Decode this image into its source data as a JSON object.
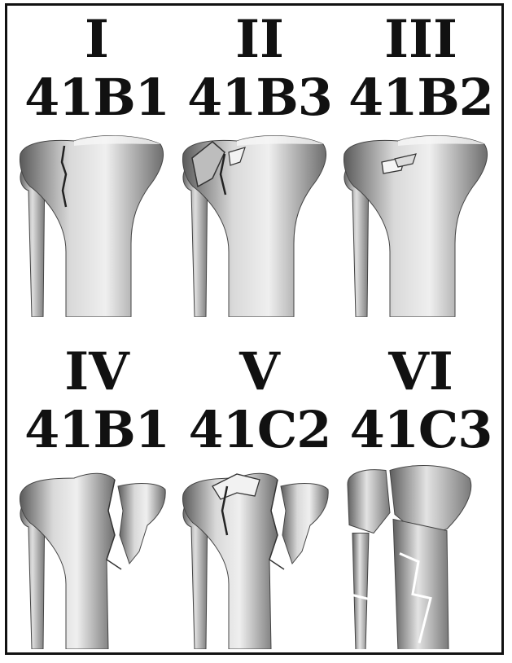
{
  "figure": {
    "panels": [
      {
        "roman": "I",
        "code": "41B1",
        "pattern": "split-line"
      },
      {
        "roman": "II",
        "code": "41B3",
        "pattern": "split-depression"
      },
      {
        "roman": "III",
        "code": "41B2",
        "pattern": "depression"
      },
      {
        "roman": "IV",
        "code": "41B1",
        "pattern": "medial-split"
      },
      {
        "roman": "V",
        "code": "41C2",
        "pattern": "bicondylar"
      },
      {
        "roman": "VI",
        "code": "41C3",
        "pattern": "diaphyseal-dissociation"
      }
    ]
  },
  "colors": {
    "bone_light": "#e6e6e6",
    "bone_dark": "#6e6e6e",
    "frame": "#111111"
  }
}
